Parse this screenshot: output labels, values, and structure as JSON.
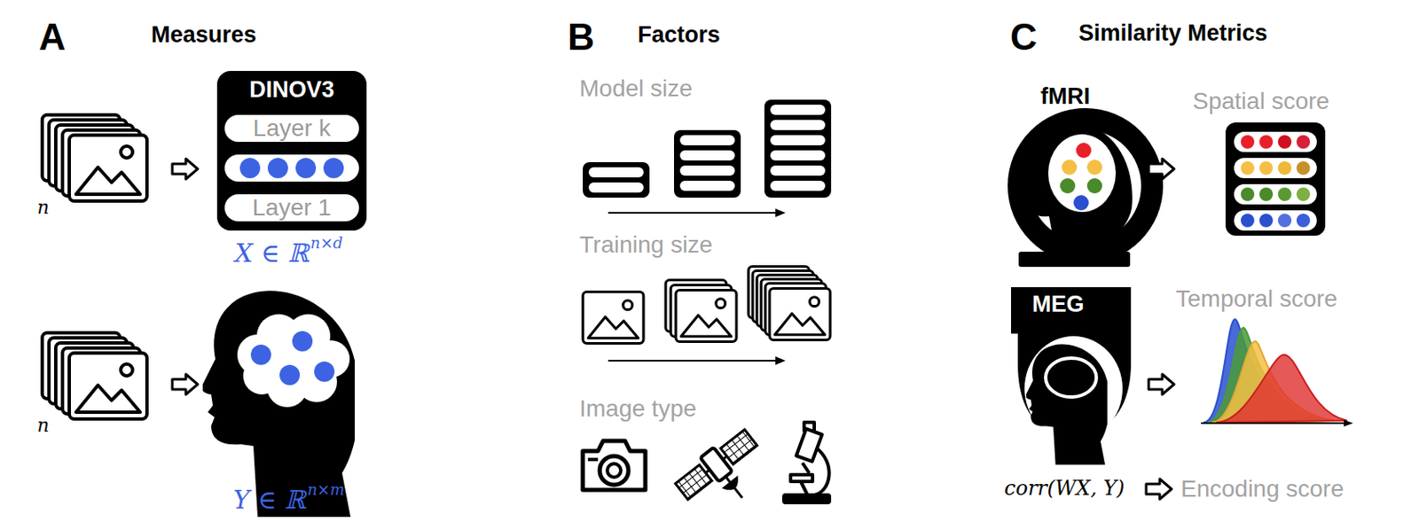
{
  "diagram": {
    "nodes": [
      {
        "text": [
          "DINOV3"
        ]
      },
      {
        "text": [
          "Layer k"
        ],
        "in": 0
      },
      {
        "text": [
          "Layer 1"
        ],
        "in": 0
      }
    ],
    "labels": [
      "A",
      "Measures",
      "n",
      "X ∈ ℝ",
      "n×d",
      "n",
      "Y ∈ ℝ",
      "n×m",
      "B",
      "Factors",
      "Model size",
      "Training size",
      "Image type",
      "C",
      "Similarity Metrics",
      "fMRI",
      "Spatial score",
      "MEG",
      "Temporal score",
      "corr(WX, Y)",
      "Encoding score"
    ]
  }
}
